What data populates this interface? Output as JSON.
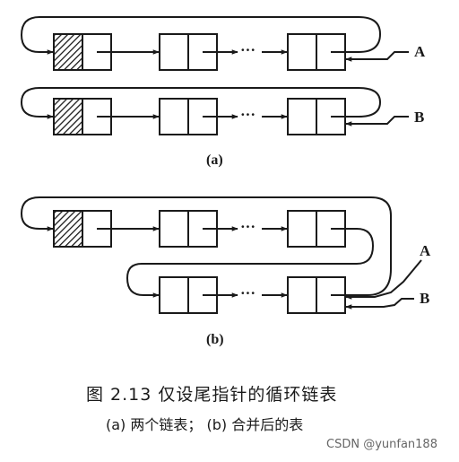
{
  "diagram": {
    "pointer_labels": [
      "A",
      "B",
      "A",
      "B"
    ],
    "ellipsis": "···",
    "sub_labels": [
      "(a)",
      "(b)"
    ]
  },
  "caption": {
    "title": "图 2.13   仅设尾指针的循环链表",
    "subtitle": "(a) 两个链表；  (b) 合并后的表"
  },
  "watermark": "CSDN @yunfan188",
  "colors": {
    "ink": "#1a1a1a",
    "background": "#ffffff"
  }
}
